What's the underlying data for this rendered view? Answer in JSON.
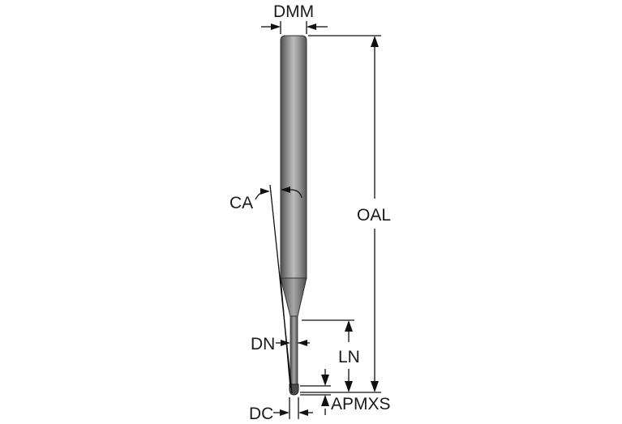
{
  "labels": {
    "dmm": "DMM",
    "oal": "OAL",
    "ca": "CA",
    "dn": "DN",
    "ln": "LN",
    "dc": "DC",
    "apmxs": "APMXS"
  },
  "colors": {
    "shank_dark": "#5a5a5a",
    "shank_light": "#b9b9b9",
    "line": "#111111",
    "background": "#ffffff"
  }
}
